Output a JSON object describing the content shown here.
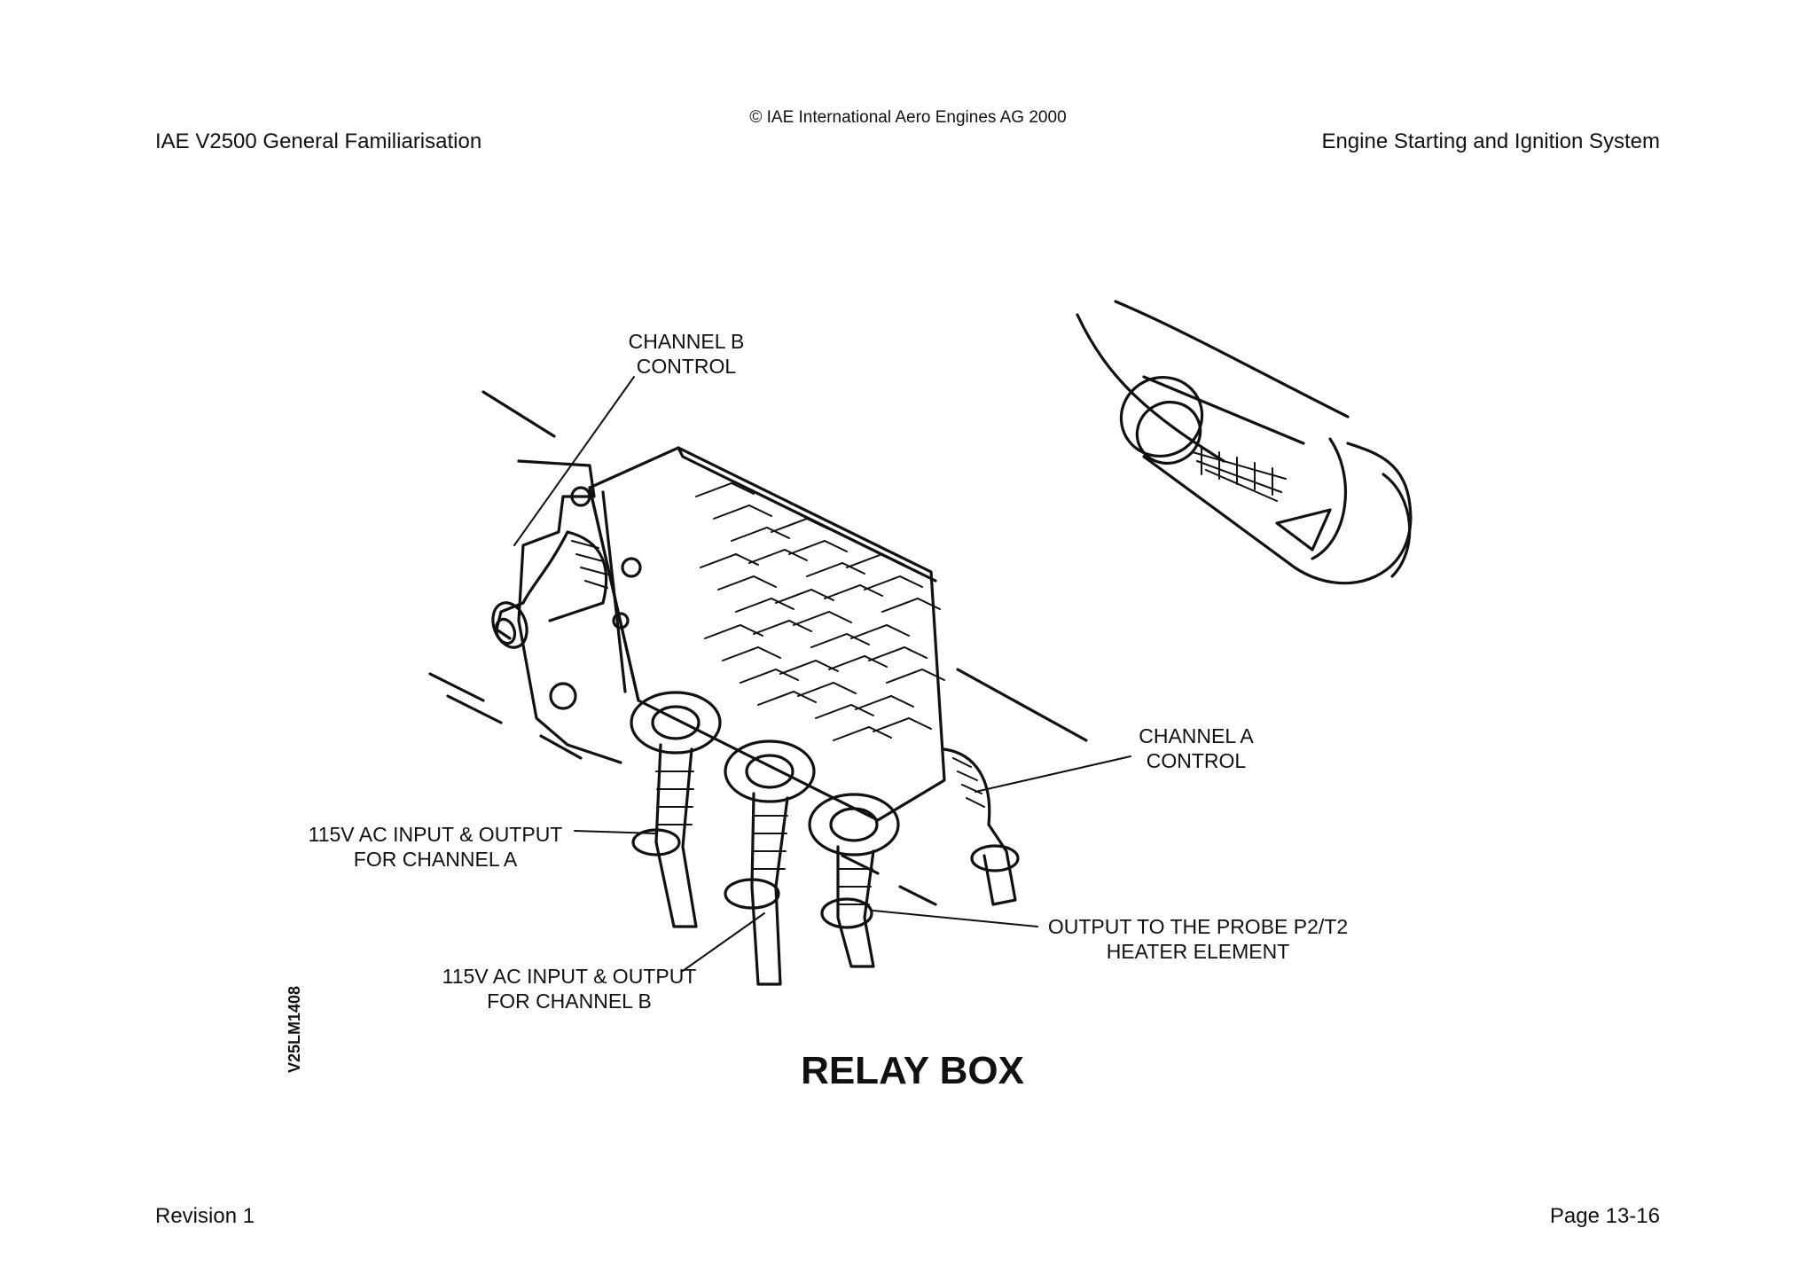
{
  "header": {
    "copyright": "© IAE International Aero Engines AG 2000",
    "left": "IAE V2500 General Familiarisation",
    "right": "Engine Starting and Ignition System"
  },
  "figure": {
    "title": "RELAY BOX",
    "code": "V25LM1408",
    "labels": {
      "channel_b_control": [
        "CHANNEL B",
        "CONTROL"
      ],
      "channel_a_control": [
        "CHANNEL A",
        "CONTROL"
      ],
      "ac_channel_a": [
        "115V AC INPUT & OUTPUT",
        "FOR CHANNEL A"
      ],
      "ac_channel_b": [
        "115V AC INPUT & OUTPUT",
        "FOR CHANNEL B"
      ],
      "probe_output": [
        "OUTPUT TO THE PROBE P2/T2",
        "HEATER ELEMENT"
      ]
    }
  },
  "footer": {
    "left": "Revision 1",
    "right": "Page 13-16"
  }
}
